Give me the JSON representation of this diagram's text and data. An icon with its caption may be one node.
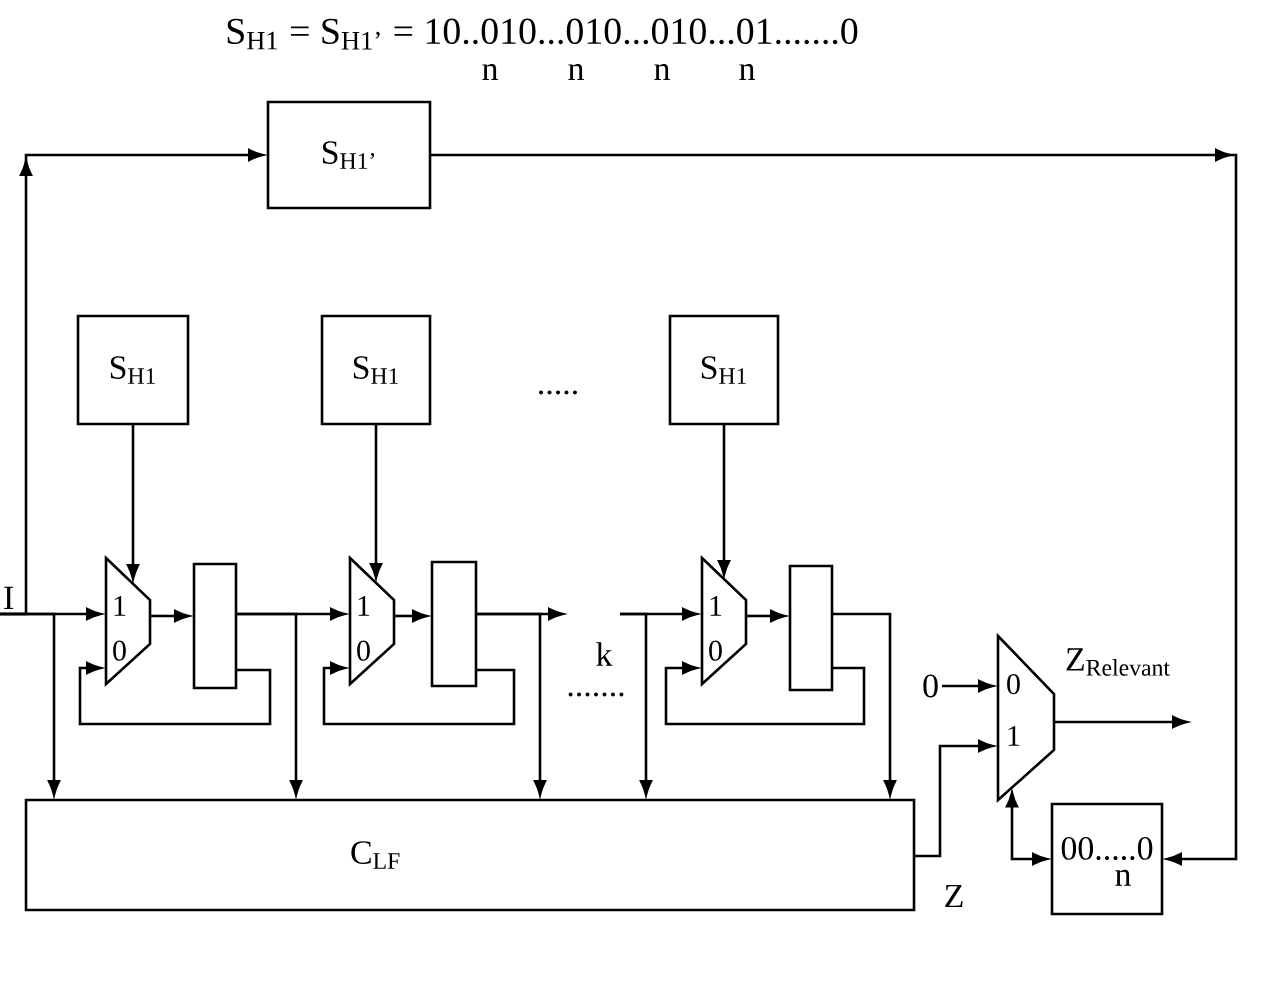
{
  "diagram": {
    "title": "S$_{H1}$ = S$_{H1’}$ = 10..010...010...010...01.......0",
    "nodes": [
      {
        "text": [
          "S$_{H1’}$"
        ]
      },
      {
        "text": [
          "S$_{H1}$"
        ]
      },
      {
        "text": [
          "S$_{H1}$"
        ]
      },
      {
        "text": [
          "S$_{H1}$"
        ]
      },
      {
        "text": [
          "I"
        ]
      },
      {
        "text": [
          "1",
          "0"
        ]
      },
      {
        "text": [],
        "shape": "box"
      },
      {
        "text": [
          "1",
          "0"
        ]
      },
      {
        "text": [],
        "shape": "box"
      },
      {
        "text": [
          "1",
          "0"
        ]
      },
      {
        "text": [],
        "shape": "box"
      },
      {
        "text": [
          "C$_{LF}$"
        ]
      },
      {
        "text": [
          "0",
          "1"
        ]
      },
      {
        "text": [
          "00.....0",
          "n"
        ]
      },
      {
        "text": [
          "0"
        ]
      }
    ],
    "edges": [
      {
        "from": 1,
        "to": 5,
        "arrow": "to"
      },
      {
        "from": 2,
        "to": 7,
        "arrow": "to"
      },
      {
        "from": 3,
        "to": 9,
        "arrow": "to"
      },
      {
        "from": 4,
        "to": 5,
        "arrow": "to"
      },
      {
        "from": 4,
        "to": 0,
        "arrow": "to"
      },
      {
        "from": 4,
        "to": 11,
        "arrow": "to"
      },
      {
        "from": 5,
        "to": 6,
        "arrow": "to"
      },
      {
        "from": 6,
        "to": 5,
        "arrow": "to"
      },
      {
        "from": 6,
        "to": 7,
        "arrow": "to"
      },
      {
        "from": 6,
        "to": 11,
        "arrow": "to"
      },
      {
        "from": 7,
        "to": 8,
        "arrow": "to"
      },
      {
        "from": 8,
        "to": 7,
        "arrow": "to"
      },
      {
        "from": 8,
        "to": null,
        "arrow": "to"
      },
      {
        "from": 8,
        "to": 11,
        "arrow": "to"
      },
      {
        "from": null,
        "to": 9,
        "arrow": "to"
      },
      {
        "from": null,
        "to": 11,
        "arrow": "to"
      },
      {
        "from": 9,
        "to": 10,
        "arrow": "to"
      },
      {
        "from": 10,
        "to": 9,
        "arrow": "to"
      },
      {
        "from": 10,
        "to": 11,
        "arrow": "to"
      },
      {
        "from": 11,
        "to": 12,
        "arrow": "to",
        "label": "Z"
      },
      {
        "from": 14,
        "to": 12,
        "arrow": "to"
      },
      {
        "from": 12,
        "to": null,
        "arrow": "to",
        "label": "Z$_{Relevant}$"
      },
      {
        "from": 13,
        "to": 12,
        "arrow": "both"
      },
      {
        "from": 0,
        "to": 13,
        "arrow": "to"
      }
    ],
    "labels": [
      "n",
      "n",
      "n",
      "n",
      ".....",
      "k",
      "......."
    ]
  }
}
